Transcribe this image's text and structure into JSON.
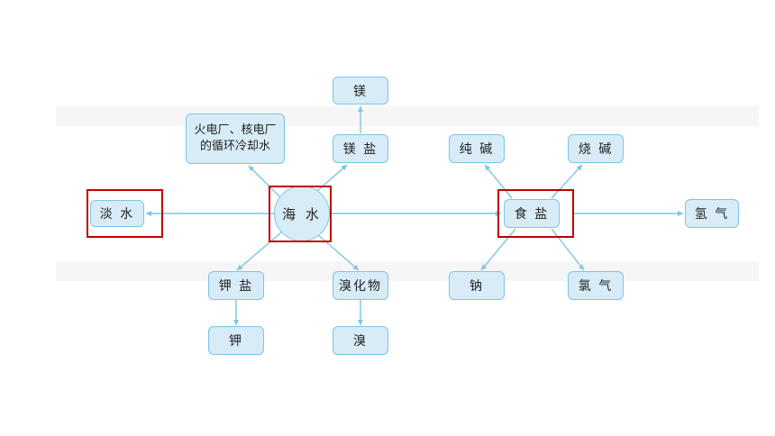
{
  "nodes": {
    "seawater": "海 水",
    "freshwater": "淡 水",
    "cooling_water_line1": "火电厂、核电厂",
    "cooling_water_line2": "的循环冷却水",
    "magnesium_salt": "镁 盐",
    "magnesium": "镁",
    "potassium_salt": "钾 盐",
    "potassium": "钾",
    "bromide": "溴化物",
    "bromine": "溴",
    "table_salt": "食 盐",
    "soda_ash": "纯 碱",
    "caustic_soda": "烧 碱",
    "hydrogen": "氢 气",
    "sodium": "钠",
    "chlorine": "氯 气"
  },
  "colors": {
    "node_fill": "#d7ecf7",
    "node_border": "#7cc5e6",
    "edge": "#7cc5e6",
    "highlight": "#c00000"
  }
}
